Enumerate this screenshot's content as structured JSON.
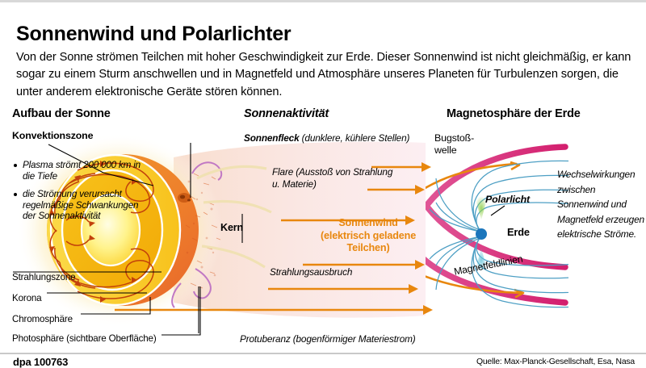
{
  "header": {
    "title": "Sonnenwind und Polarlichter",
    "intro": "Von der Sonne strömen Teilchen mit hoher Geschwindigkeit zur Erde. Dieser Sonnenwind ist nicht gleichmäßig, er kann sogar zu einem Sturm anschwellen und in Magnetfeld und Atmosphäre unseres Planeten für Turbulenzen sorgen, die unter anderem elektronische Geräte stören können."
  },
  "sections": {
    "sun": {
      "heading": "Aufbau der Sonne",
      "convection_label": "Konvektionszone",
      "bullets": [
        "Plasma strömt 200 000 km in die Tiefe",
        "die Strömung verursacht regelmäßige Schwankungen der Sonnenaktivität"
      ],
      "layers": [
        "Strahlungszone",
        "Korona",
        "Chromosphäre",
        "Photosphäre (sichtbare Oberfläche)"
      ],
      "core_label": "Kern"
    },
    "activity": {
      "heading": "Sonnenaktivität",
      "sunspot_bold": "Sonnenfleck",
      "sunspot_rest": " (dunklere, kühlere Stellen)",
      "flare": "Flare (Ausstoß von Strahlung u. Materie)",
      "solarwind_title": "Sonnenwind",
      "solarwind_sub": "(elektrisch geladene Teilchen)",
      "radiation_burst": "Strahlungsausbruch",
      "prominence": "Protuberanz (bogenförmiger Materiestrom)"
    },
    "magnetosphere": {
      "heading": "Magnetosphäre der Erde",
      "bowshock": "Bugstoß-\nwelle",
      "aurora": "Polarlicht",
      "earth": "Erde",
      "fieldlines": "Magnetfeldlinien",
      "sidenote": "Wechselwirkungen zwischen Sonnenwind und Magnetfeld erzeugen elektrische Ströme."
    }
  },
  "footer": {
    "credit": "dpa 100763",
    "source": "Quelle: Max-Planck-Gesellschaft, Esa, Nasa"
  },
  "colors": {
    "solar_wind_orange": "#E8870E",
    "bow_shock_pink": "#D6377F",
    "field_line_blue": "#4D9FC4",
    "sun_core": "#FFF27A",
    "sun_mid": "#F5B800",
    "sun_surface": "#F07D2A",
    "rule_gray": "#C9C9C9"
  }
}
